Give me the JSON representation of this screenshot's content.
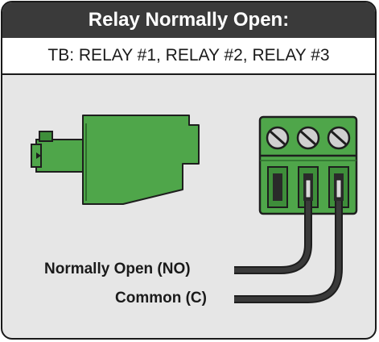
{
  "header": {
    "title": "Relay Normally Open:",
    "subtitle": "TB: RELAY #1, RELAY #2, RELAY #3"
  },
  "wires": [
    {
      "label": "Normally Open (NO)"
    },
    {
      "label": "Common (C)"
    }
  ],
  "colors": {
    "title_bg": "#3a3a3a",
    "panel_bg": "#e6e6e6",
    "connector_green": "#4fa64a",
    "connector_dark": "#2f6e2c",
    "wire": "#2b2b2b"
  },
  "icons": [
    "relay-plug-side-icon",
    "terminal-block-icon",
    "screw-icon"
  ]
}
